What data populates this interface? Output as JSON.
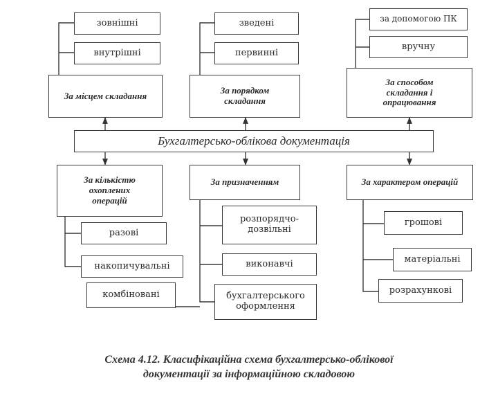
{
  "root": "Бухгалтерсько-облікова документація",
  "categories": {
    "place": {
      "label": "За місцем складання",
      "items": [
        "зовнішні",
        "внутрішні"
      ]
    },
    "order": {
      "label": "За порядком складання",
      "items": [
        "зведені",
        "первинні"
      ]
    },
    "method": {
      "label": "За способом складання і опрацювання",
      "items": [
        "за допомогою ПК",
        "вручну"
      ]
    },
    "quantity": {
      "label": "За кількістю охоплених операцій",
      "items": [
        "разові",
        "накопичувальні",
        "комбіновані"
      ]
    },
    "purpose": {
      "label": "За призначенням",
      "items": [
        "розпорядчо-дозвільні",
        "виконавчі",
        "бухгалтерського оформлення"
      ]
    },
    "character": {
      "label": "За характером операцій",
      "items": [
        "грошові",
        "матеріальні",
        "розрахункові"
      ]
    }
  },
  "caption": {
    "line1": "Схема 4.12.  Класифікаційна схема бухгалтерсько-облікової",
    "line2": "документації за інформаційною складовою"
  }
}
